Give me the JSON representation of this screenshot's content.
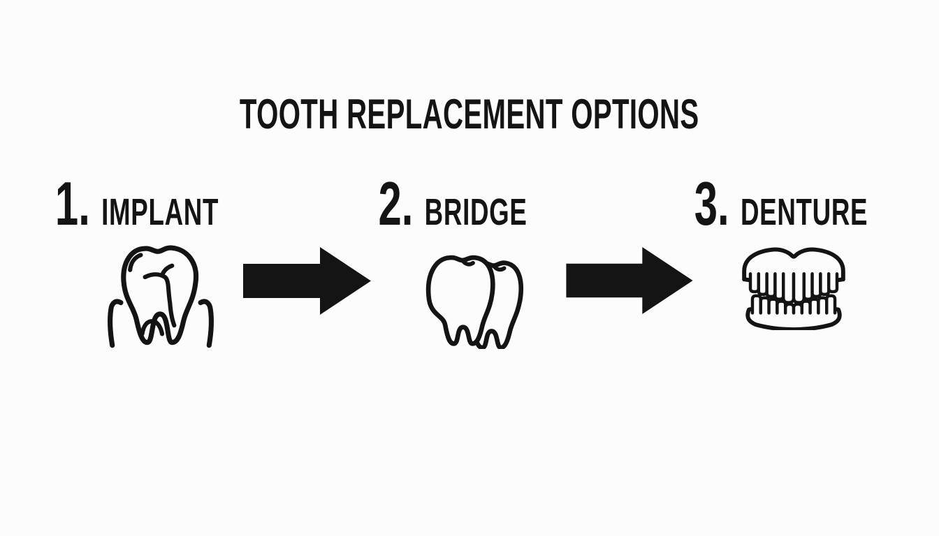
{
  "title": "TOOTH REPLACEMENT OPTIONS",
  "steps": [
    {
      "number": "1.",
      "label": "IMPLANT",
      "icon": "implant-tooth-icon"
    },
    {
      "number": "2.",
      "label": "BRIDGE",
      "icon": "bridge-teeth-icon"
    },
    {
      "number": "3.",
      "label": "DENTURE",
      "icon": "denture-icon"
    }
  ],
  "connectors": [
    {
      "icon": "arrow-right-icon"
    },
    {
      "icon": "arrow-right-icon"
    }
  ],
  "colors": {
    "background": "#fcfcfc",
    "ink": "#141414"
  }
}
